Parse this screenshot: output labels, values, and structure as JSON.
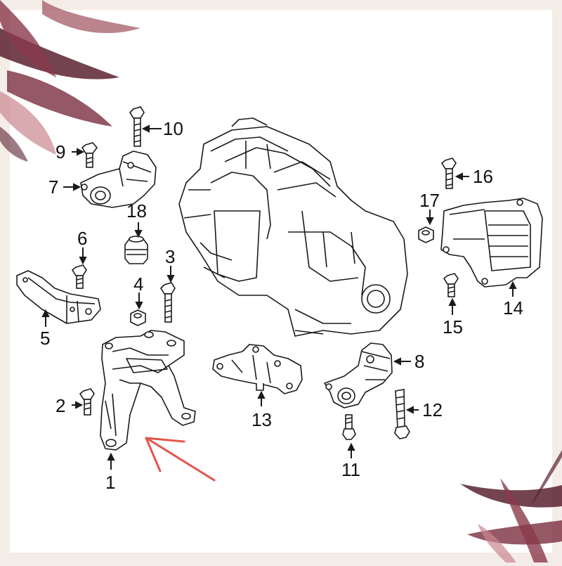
{
  "callouts": [
    {
      "id": "1",
      "text": "1"
    },
    {
      "id": "2",
      "text": "2"
    },
    {
      "id": "3",
      "text": "3"
    },
    {
      "id": "4",
      "text": "4"
    },
    {
      "id": "5",
      "text": "5"
    },
    {
      "id": "6",
      "text": "6"
    },
    {
      "id": "7",
      "text": "7"
    },
    {
      "id": "8",
      "text": "8"
    },
    {
      "id": "9",
      "text": "9"
    },
    {
      "id": "10",
      "text": "10"
    },
    {
      "id": "11",
      "text": "11"
    },
    {
      "id": "12",
      "text": "12"
    },
    {
      "id": "13",
      "text": "13"
    },
    {
      "id": "14",
      "text": "14"
    },
    {
      "id": "15",
      "text": "15"
    },
    {
      "id": "16",
      "text": "16"
    },
    {
      "id": "17",
      "text": "17"
    },
    {
      "id": "18",
      "text": "18"
    }
  ],
  "colors": {
    "frame_background": "#f4ece6",
    "panel": "#ffffff",
    "line": "#1a1a1a",
    "highlight_arrow": "#e2574c",
    "leaf_dark": "#5a2230",
    "leaf_mid": "#8a3a4a",
    "leaf_light": "#c9868e"
  },
  "highlighted_part": "1"
}
